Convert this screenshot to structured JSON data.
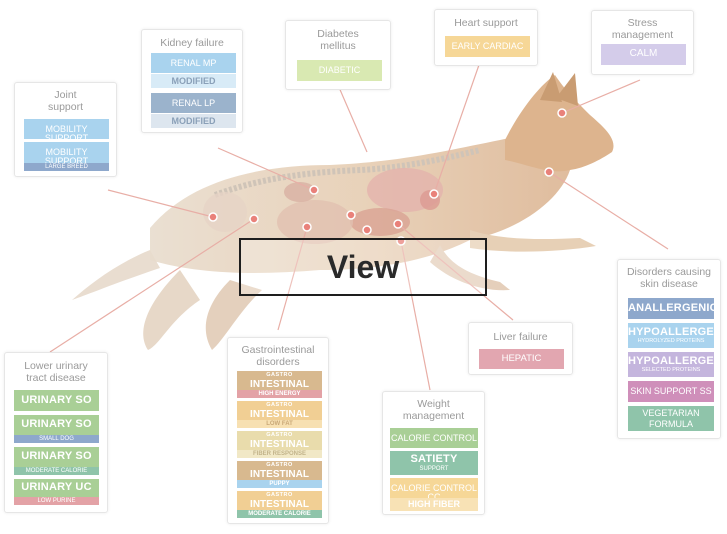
{
  "overlay": {
    "view_label": "View"
  },
  "colors": {
    "leader_line": "#e8aea6",
    "marker": "#e9817a",
    "blue_light": "#a9d3ee",
    "blue_slate": "#9bb3cc",
    "green_soft": "#d9e9b2",
    "yellow_soft": "#f6d797",
    "lavender": "#d4ccea",
    "green_mid": "#a9cf96",
    "rose": "#e2a6b0",
    "teal_green": "#8fc4aa",
    "tan": "#d8b98f",
    "blue_mid": "#8ea8cc"
  },
  "panels": {
    "joint": {
      "title_l1": "Joint",
      "title_l2": "support",
      "items": [
        {
          "main": "MOBILITY SUPPORT"
        },
        {
          "main": "MOBILITY SUPPORT",
          "sub": "LARGE BREED"
        }
      ]
    },
    "kidney": {
      "title": "Kidney failure",
      "items": [
        {
          "main": "RENAL MP"
        },
        {
          "main": "MODIFIED"
        },
        {
          "main": "RENAL LP"
        },
        {
          "main": "MODIFIED"
        }
      ]
    },
    "diabetes": {
      "title_l1": "Diabetes",
      "title_l2": "mellitus",
      "items": [
        {
          "main": "DIABETIC"
        }
      ]
    },
    "heart": {
      "title": "Heart support",
      "items": [
        {
          "main": "EARLY CARDIAC"
        }
      ]
    },
    "stress": {
      "title_l1": "Stress",
      "title_l2": "management",
      "items": [
        {
          "main": "CALM"
        }
      ]
    },
    "skin": {
      "title_l1": "Disorders causing",
      "title_l2": "skin disease",
      "items": [
        {
          "main": "ANALLERGENIC"
        },
        {
          "main": "HYPOALLERGENIC",
          "sub": "HYDROLYZED PROTEINS"
        },
        {
          "main": "HYPOALLERGENIC",
          "sub": "SELECTED PROTEINS"
        },
        {
          "main": "SKIN SUPPORT SS"
        },
        {
          "main": "VEGETARIAN",
          "sub": "FORMULA"
        }
      ]
    },
    "liver": {
      "title": "Liver failure",
      "items": [
        {
          "main": "HEPATIC"
        }
      ]
    },
    "weight": {
      "title_l1": "Weight",
      "title_l2": "management",
      "items": [
        {
          "main": "CALORIE CONTROL"
        },
        {
          "main": "SATIETY",
          "sub": "SUPPORT"
        },
        {
          "main": "CALORIE CONTROL CC"
        },
        {
          "main": "HIGH FIBER"
        }
      ]
    },
    "gi": {
      "title_l1": "Gastrointestinal",
      "title_l2": "disorders",
      "items": [
        {
          "top": "GASTRO",
          "main": "INTESTINAL",
          "sub": "HIGH ENERGY"
        },
        {
          "top": "GASTRO",
          "main": "INTESTINAL",
          "sub": "LOW FAT"
        },
        {
          "top": "GASTRO",
          "main": "INTESTINAL",
          "sub": "FIBER RESPONSE"
        },
        {
          "top": "GASTRO",
          "main": "INTESTINAL",
          "sub": "PUPPY"
        },
        {
          "top": "GASTRO",
          "main": "INTESTINAL",
          "sub": "MODERATE CALORIE"
        }
      ]
    },
    "urinary": {
      "title_l1": "Lower urinary",
      "title_l2": "tract disease",
      "items": [
        {
          "main": "URINARY SO"
        },
        {
          "main": "URINARY SO",
          "sub": "SMALL DOG"
        },
        {
          "main": "URINARY SO",
          "sub": "MODERATE CALORIE"
        },
        {
          "main": "URINARY UC",
          "sub": "LOW PURINE"
        }
      ]
    }
  }
}
